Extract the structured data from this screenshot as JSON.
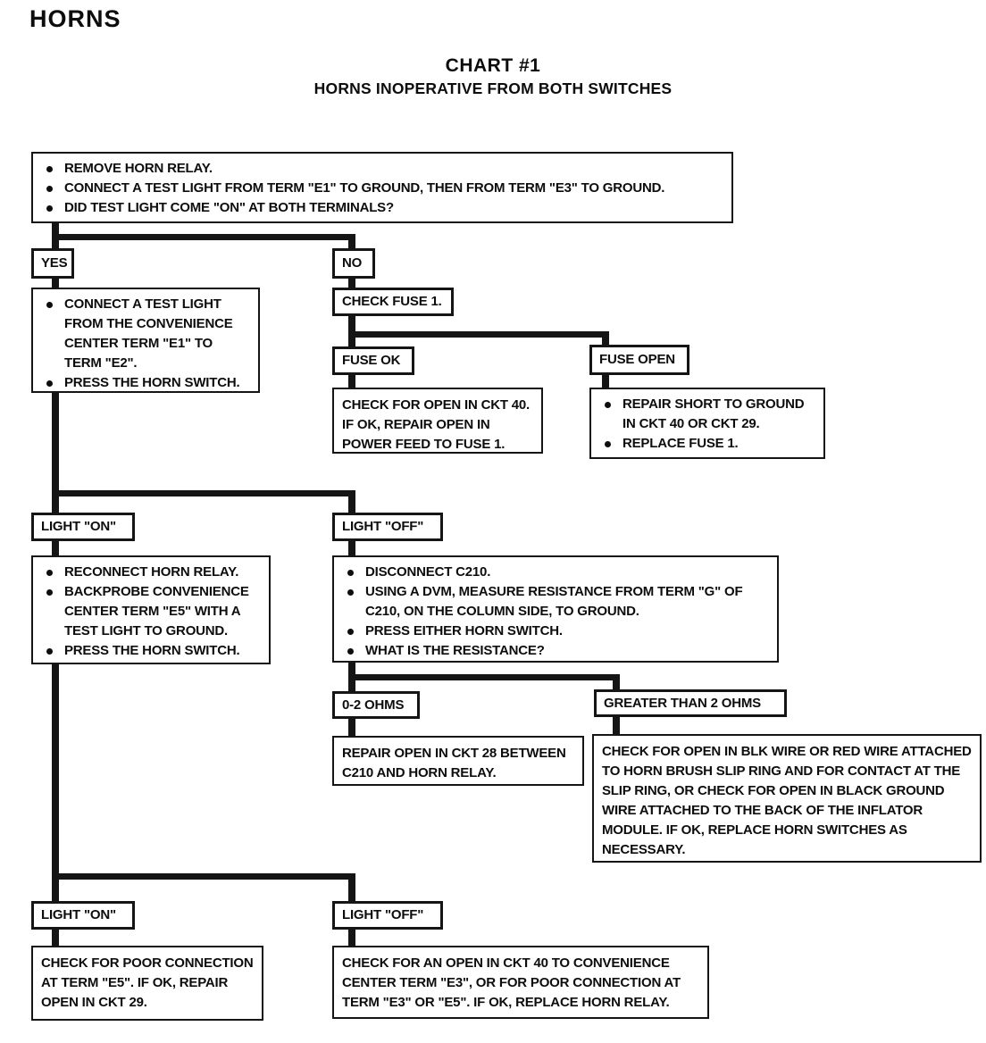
{
  "header": {
    "page_title": "HORNS",
    "chart_title": "CHART #1",
    "chart_subtitle": "HORNS INOPERATIVE FROM BOTH SWITCHES"
  },
  "colors": {
    "ink": "#151515",
    "paper": "#ffffff"
  },
  "nodes": {
    "start": {
      "bullets": [
        "REMOVE HORN RELAY.",
        "CONNECT A TEST LIGHT FROM TERM \"E1\" TO GROUND, THEN FROM TERM \"E3\" TO GROUND.",
        "DID TEST LIGHT COME \"ON\" AT BOTH TERMINALS?"
      ]
    },
    "yes": {
      "label": "YES"
    },
    "no": {
      "label": "NO"
    },
    "yes_action": {
      "bullets": [
        "CONNECT A TEST LIGHT FROM THE CONVENIENCE CENTER TERM \"E1\" TO TERM \"E2\".",
        "PRESS THE HORN SWITCH."
      ]
    },
    "check_fuse": {
      "label": "CHECK FUSE 1."
    },
    "fuse_ok": {
      "label": "FUSE OK"
    },
    "fuse_open": {
      "label": "FUSE OPEN"
    },
    "fuse_ok_action": {
      "text": "CHECK FOR OPEN IN CKT 40. IF OK, REPAIR OPEN IN POWER FEED TO FUSE 1."
    },
    "fuse_open_action": {
      "bullets": [
        "REPAIR SHORT TO GROUND IN CKT 40 OR CKT 29.",
        "REPLACE FUSE 1."
      ]
    },
    "light_on_mid": {
      "label": "LIGHT \"ON\""
    },
    "light_off_mid": {
      "label": "LIGHT \"OFF\""
    },
    "light_on_action": {
      "bullets": [
        "RECONNECT HORN RELAY.",
        "BACKPROBE CONVENIENCE CENTER TERM \"E5\" WITH A TEST LIGHT TO GROUND.",
        "PRESS THE HORN SWITCH."
      ]
    },
    "light_off_action": {
      "bullets": [
        "DISCONNECT C210.",
        "USING A DVM, MEASURE RESISTANCE FROM TERM \"G\" OF C210, ON THE COLUMN SIDE, TO GROUND.",
        "PRESS EITHER HORN SWITCH.",
        "WHAT IS THE RESISTANCE?"
      ]
    },
    "ohms_low": {
      "label": "0-2 OHMS"
    },
    "ohms_high": {
      "label": "GREATER THAN 2 OHMS"
    },
    "ohms_low_action": {
      "text": "REPAIR OPEN IN CKT 28 BETWEEN C210 AND HORN RELAY."
    },
    "ohms_high_action": {
      "text": "CHECK FOR OPEN IN BLK WIRE OR RED WIRE ATTACHED TO HORN BRUSH SLIP RING AND FOR CONTACT AT THE SLIP RING, OR CHECK FOR OPEN IN BLACK GROUND WIRE ATTACHED TO THE BACK OF THE INFLATOR MODULE.  IF OK, REPLACE HORN SWITCHES AS NECESSARY."
    },
    "light_on_bottom": {
      "label": "LIGHT \"ON\""
    },
    "light_off_bottom": {
      "label": "LIGHT \"OFF\""
    },
    "light_on_bottom_action": {
      "text": "CHECK FOR POOR CONNECTION AT TERM \"E5\".  IF OK, REPAIR OPEN IN CKT 29."
    },
    "light_off_bottom_action": {
      "text": "CHECK FOR AN OPEN IN CKT 40 TO CONVENIENCE CENTER TERM \"E3\", OR FOR POOR CONNECTION AT TERM \"E3\" OR \"E5\".  IF OK, REPLACE HORN RELAY."
    }
  }
}
